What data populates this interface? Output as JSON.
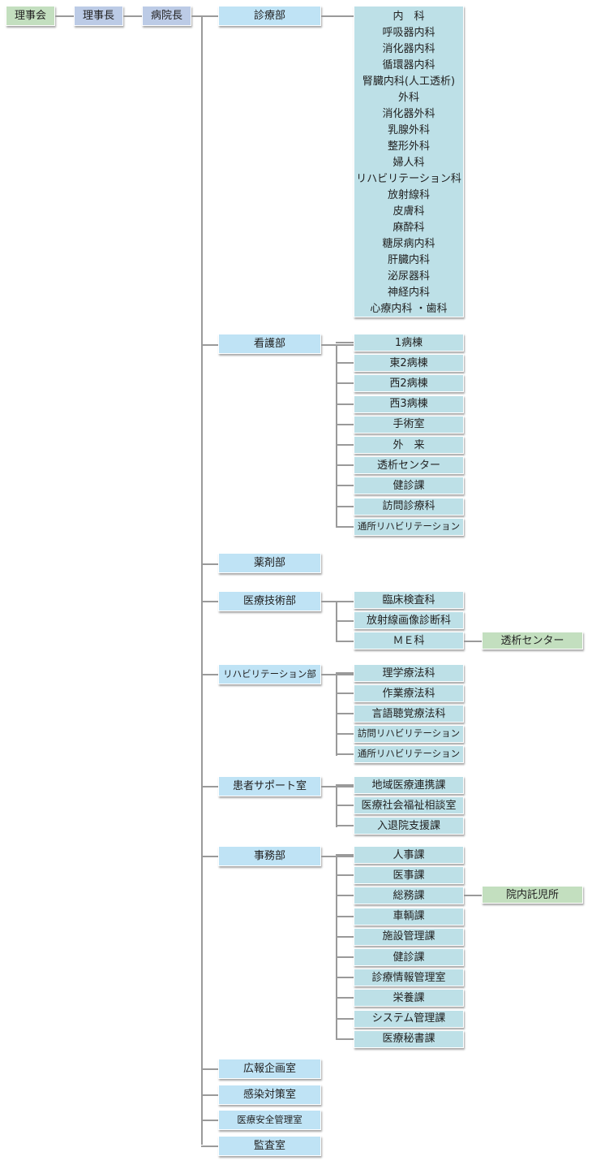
{
  "top_chain": {
    "board": "理事会",
    "chairman": "理事長",
    "director": "病院長"
  },
  "shinryo": {
    "label": "診療部",
    "items": [
      "内　科",
      "呼吸器内科",
      "消化器内科",
      "循環器内科",
      "腎臓内科(人工透析)",
      "外科",
      "消化器外科",
      "乳腺外科",
      "整形外科",
      "婦人科",
      "リハビリテーション科",
      "放射線科",
      "皮膚科",
      "麻酔科",
      "糖尿病内科",
      "肝臓内科",
      "泌尿器科",
      "神経内科",
      "心療内科 ・歯科"
    ]
  },
  "kango": {
    "label": "看護部",
    "items": [
      "1病棟",
      "東2病棟",
      "西2病棟",
      "西3病棟",
      "手術室",
      "外　来",
      "透析センター",
      "健診課",
      "訪問診療科",
      "通所リハビリテーション"
    ]
  },
  "yakuzai": {
    "label": "薬剤部"
  },
  "iryogijutsu": {
    "label": "医療技術部",
    "items": [
      "臨床検査科",
      "放射線画像診断科",
      "ＭＥ科"
    ],
    "me_child": "透析センター"
  },
  "rehab": {
    "label": "リハビリテーション部",
    "items": [
      "理学療法科",
      "作業療法科",
      "言語聴覚療法科",
      "訪問リハビリテーション",
      "通所リハビリテーション"
    ]
  },
  "patient_support": {
    "label": "患者サポート室",
    "items": [
      "地域医療連携課",
      "医療社会福祉相談室",
      "入退院支援課"
    ]
  },
  "jimu": {
    "label": "事務部",
    "items": [
      "人事課",
      "医事課",
      "総務課",
      "車輌課",
      "施設管理課",
      "健診課",
      "診療情報管理室",
      "栄養課",
      "システム管理課",
      "医療秘書課"
    ],
    "somu_child": "院内託児所"
  },
  "other_offices": [
    "広報企画室",
    "感染対策室",
    "医療安全管理室",
    "監査室"
  ]
}
